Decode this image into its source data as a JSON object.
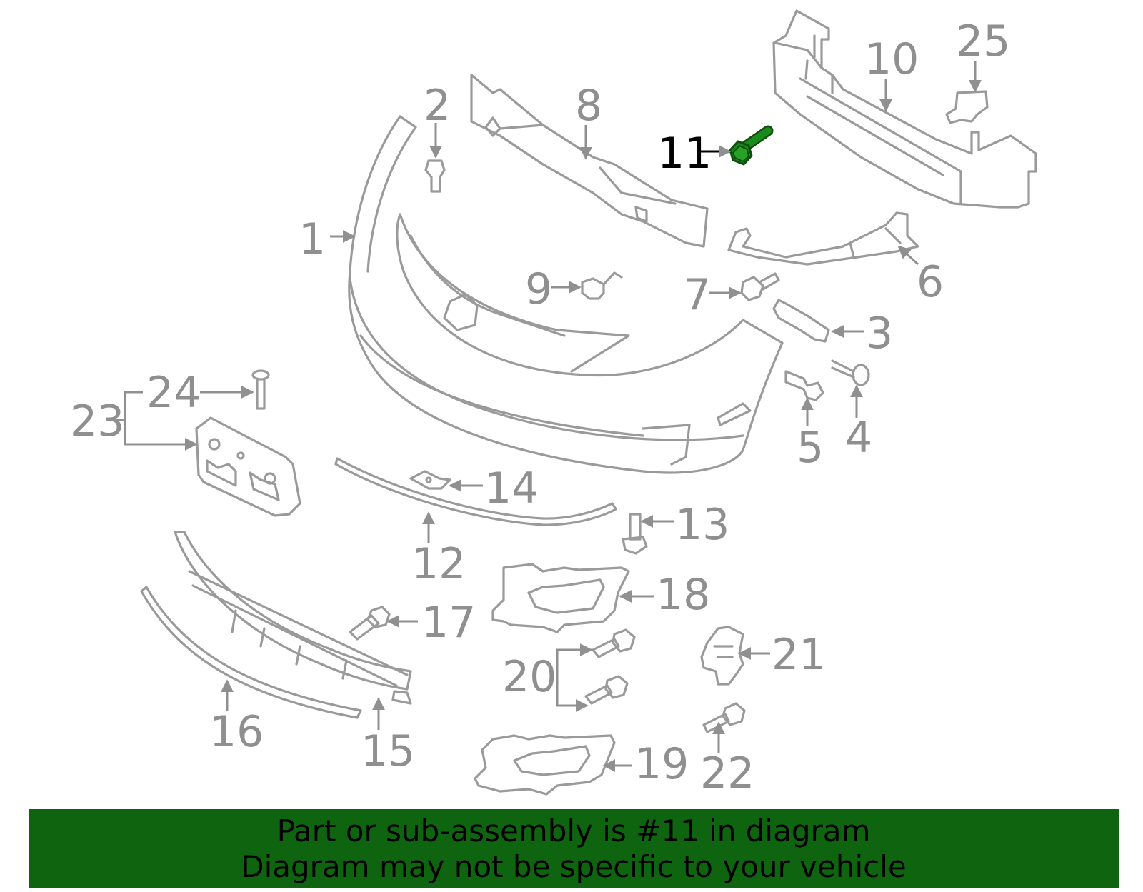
{
  "diagram": {
    "highlighted_part": "11",
    "highlight_color": "#1a8a1a",
    "line_color": "#9a9a9a",
    "callouts": [
      "1",
      "2",
      "3",
      "4",
      "5",
      "6",
      "7",
      "8",
      "9",
      "10",
      "11",
      "12",
      "13",
      "14",
      "15",
      "16",
      "17",
      "18",
      "19",
      "20",
      "21",
      "22",
      "23",
      "24",
      "25"
    ]
  },
  "banner": {
    "background": "#0f6410",
    "line1": "Part or sub-assembly is #11 in diagram",
    "line2": "Diagram may not be specific to your vehicle"
  }
}
